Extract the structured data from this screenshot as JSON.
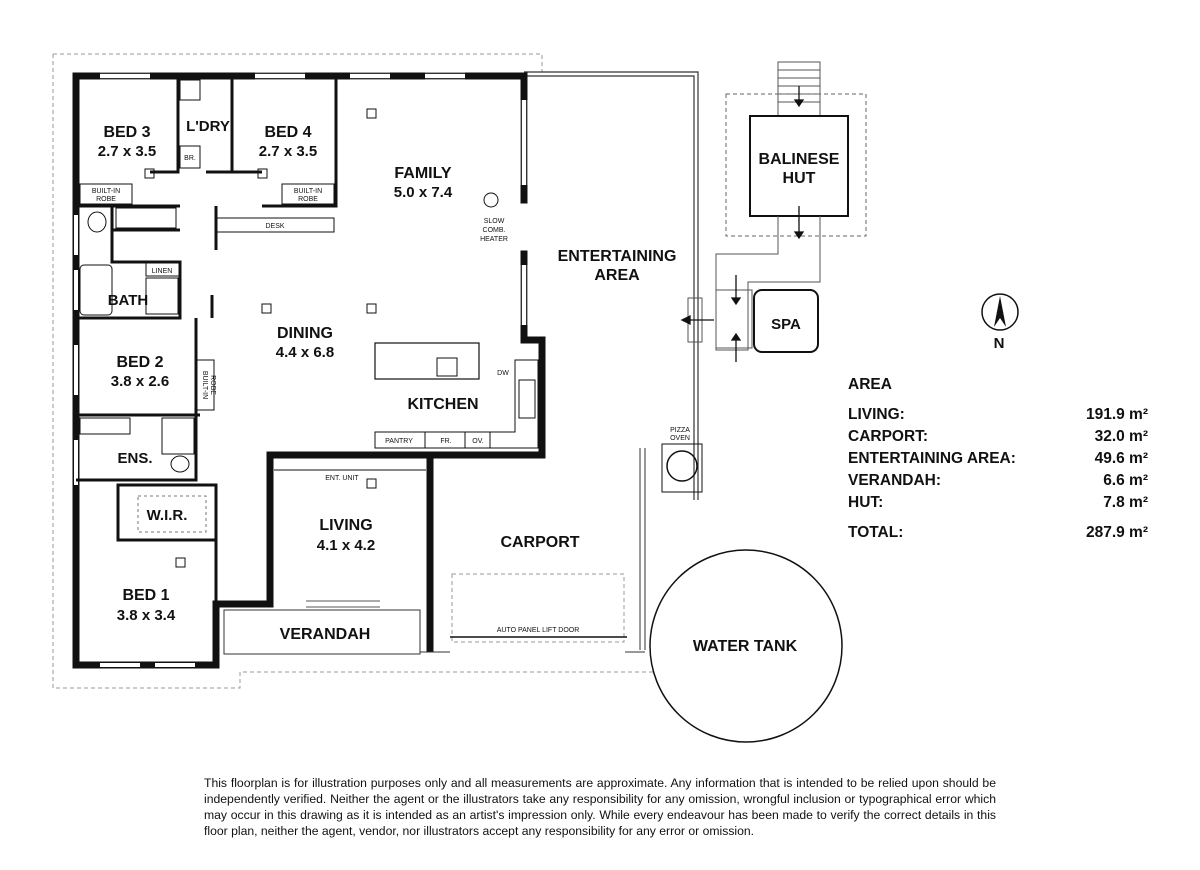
{
  "rooms": {
    "bed3": {
      "name": "BED 3",
      "dims": "2.7 x 3.5"
    },
    "laundry": {
      "name": "L'DRY"
    },
    "bed4": {
      "name": "BED 4",
      "dims": "2.7 x 3.5"
    },
    "family": {
      "name": "FAMILY",
      "dims": "5.0 x 7.4"
    },
    "entertaining": {
      "line1": "ENTERTAINING",
      "line2": "AREA"
    },
    "bath": {
      "name": "BATH"
    },
    "bed2": {
      "name": "BED 2",
      "dims": "3.8 x 2.6"
    },
    "dining": {
      "name": "DINING",
      "dims": "4.4 x 6.8"
    },
    "kitchen": {
      "name": "KITCHEN"
    },
    "ensuite": {
      "name": "ENS."
    },
    "wir": {
      "name": "W.I.R."
    },
    "living": {
      "name": "LIVING",
      "dims": "4.1 x 4.2"
    },
    "bed1": {
      "name": "BED 1",
      "dims": "3.8 x 3.4"
    },
    "verandah": {
      "name": "VERANDAH"
    },
    "carport": {
      "name": "CARPORT"
    },
    "hut": {
      "line1": "BALINESE",
      "line2": "HUT"
    },
    "spa": {
      "name": "SPA"
    },
    "water_tank": {
      "name": "WATER TANK"
    }
  },
  "fixtures": {
    "br": "BR.",
    "robe_bed3": [
      "BUILT-IN",
      "ROBE"
    ],
    "robe_bed4": [
      "BUILT-IN",
      "ROBE"
    ],
    "robe_bed2": [
      "BUILT-IN",
      "ROBE"
    ],
    "desk": "DESK",
    "linen": "LINEN",
    "heater": [
      "SLOW",
      "COMB.",
      "HEATER"
    ],
    "dw": "DW",
    "pantry": "PANTRY",
    "fridge": "FR.",
    "oven": "OV.",
    "ent_unit": "ENT. UNIT",
    "pizza_oven": [
      "PIZZA",
      "OVEN"
    ],
    "garage_door": "AUTO PANEL LIFT DOOR"
  },
  "compass": {
    "label": "N"
  },
  "area_schedule": {
    "title": "AREA",
    "rows": [
      {
        "label": "LIVING:",
        "value": "191.9 m²"
      },
      {
        "label": "CARPORT:",
        "value": "32.0 m²"
      },
      {
        "label": "ENTERTAINING AREA:",
        "value": "49.6 m²"
      },
      {
        "label": "VERANDAH:",
        "value": "6.6 m²"
      },
      {
        "label": "HUT:",
        "value": "7.8 m²"
      }
    ],
    "total": {
      "label": "TOTAL:",
      "value": "287.9 m²"
    }
  },
  "disclaimer": "This floorplan is for illustration purposes only and all measurements are approximate. Any information that is intended to be relied upon should be independently verified. Neither the agent or the illustrators take any responsibility for any omission, wrongful inclusion or typographical error which may occur in this drawing as it is intended as an artist's impression only. While every endeavour has been made to verify the correct details in this floor plan, neither the agent, vendor, nor illustrators accept any responsibility for any error or omission."
}
